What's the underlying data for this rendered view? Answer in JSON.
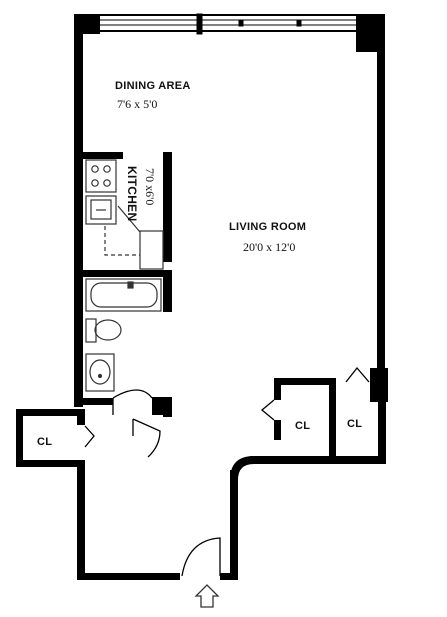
{
  "rooms": {
    "dining": {
      "name": "DINING AREA",
      "size": "7'6 x 5'0"
    },
    "kitchen": {
      "name": "KITCHEN",
      "size": "7'0 x6'0"
    },
    "living": {
      "name": "LIVING ROOM",
      "size": "20'0 x 12'0"
    },
    "closet_left": {
      "name": "CL"
    },
    "closet_center": {
      "name": "CL"
    },
    "closet_right": {
      "name": "CL"
    }
  },
  "colors": {
    "wall": "#000000",
    "fixture": "#333333",
    "background": "#ffffff"
  },
  "icons": {
    "entry": "entry-arrow-icon"
  }
}
